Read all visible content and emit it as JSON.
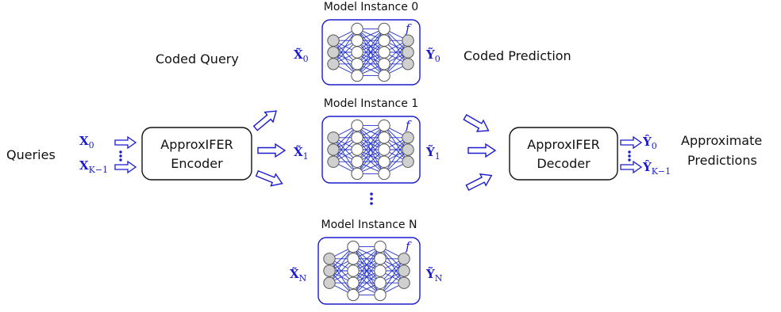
{
  "labels": {
    "queries": "Queries",
    "coded_query": "Coded Query",
    "coded_prediction": "Coded Prediction",
    "approximate_line1": "Approximate",
    "approximate_line2": "Predictions"
  },
  "encoder": {
    "line1": "ApproxIFER",
    "line2": "Encoder"
  },
  "decoder": {
    "line1": "ApproxIFER",
    "line2": "Decoder"
  },
  "inputs": {
    "first": {
      "base": "X",
      "sub": "0"
    },
    "last": {
      "base": "X",
      "sub": "K−1"
    }
  },
  "outputs": {
    "first": {
      "base": "Ŷ",
      "sub": "0"
    },
    "last": {
      "base": "Ŷ",
      "sub": "K−1"
    }
  },
  "model_function": "f",
  "instances": [
    {
      "title": "Model Instance 0",
      "in_base": "X̃",
      "in_sub": "0",
      "out_base": "Ỹ",
      "out_sub": "0"
    },
    {
      "title": "Model Instance 1",
      "in_base": "X̃",
      "in_sub": "1",
      "out_base": "Ỹ",
      "out_sub": "1"
    },
    {
      "title": "Model Instance N",
      "in_base": "X̃",
      "in_sub": "N",
      "out_base": "Ỹ",
      "out_sub": "N"
    }
  ],
  "colors": {
    "accent": "#1a1ad0",
    "node_fill": "#d0d0d0",
    "edge": "#2233cc"
  }
}
